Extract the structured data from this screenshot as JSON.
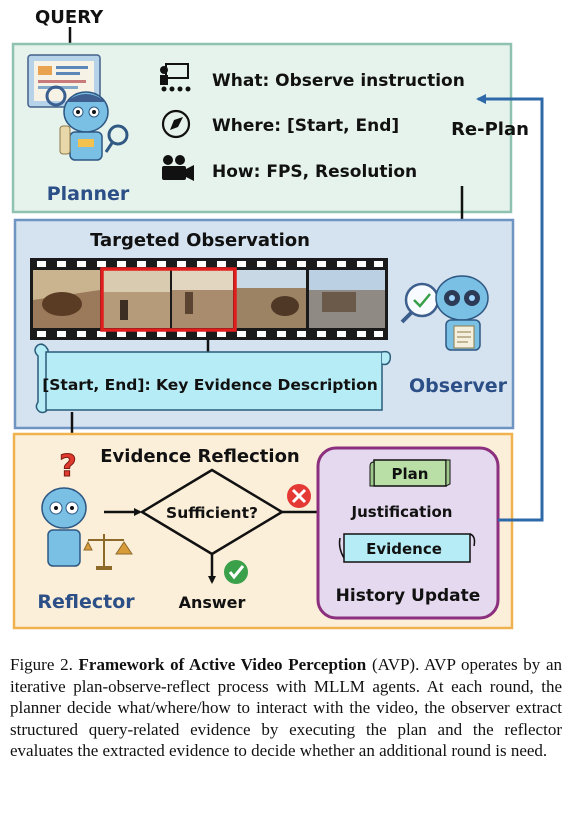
{
  "query_label": "QUERY",
  "planner": {
    "name": "Planner",
    "what": "What: Observe instruction",
    "where": "Where: [Start, End]",
    "how": "How:  FPS, Resolution"
  },
  "replan_label": "Re-Plan",
  "observer": {
    "title": "Targeted Observation",
    "name": "Observer",
    "evidence_desc": "[Start, End]: Key Evidence Description"
  },
  "reflector": {
    "title": "Evidence Reflection",
    "name": "Reflector",
    "decision": "Sufficient?",
    "answer": "Answer",
    "justification": "Justification"
  },
  "history": {
    "title": "History Update",
    "plan": "Plan",
    "evidence": "Evidence"
  },
  "caption": {
    "figure_num": "Figure 2.",
    "title": "Framework of Active Video Perception",
    "abbr": " (AVP). AVP operates by an iterative plan-observe-reflect process with MLLM agents. At each round, the planner decide what/where/how to interact with the video, the observer extract structured query-related evidence by executing the plan and the reflector evaluates the extracted evidence to decide whether an additional round is need."
  },
  "colors": {
    "planner_bg": "#e6f2ec",
    "planner_border": "#8fc2b0",
    "observer_bg": "#d5e2ef",
    "observer_border": "#6e95c2",
    "reflector_bg": "#fcefd9",
    "reflector_border": "#f0b24f",
    "history_bg": "#e4d9ee",
    "history_border": "#8b2f7e",
    "scroll_fill": "#b6ecf5",
    "tag_green": "#b9dfa7",
    "role_text": "#2b4f86",
    "arrow_blue": "#2d68a8"
  }
}
